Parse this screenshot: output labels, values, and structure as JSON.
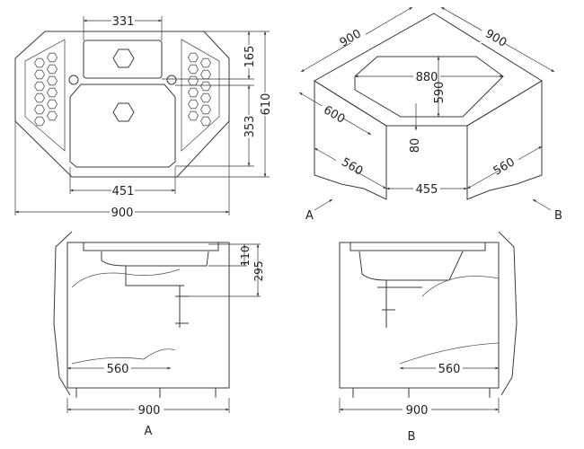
{
  "plan_view": {
    "bowl_small_width": "331",
    "bowl_large_width": "451",
    "total_width": "900",
    "small_depth": "165",
    "large_depth": "353",
    "total_depth": "610"
  },
  "iso_view": {
    "side_left": "900",
    "side_right": "900",
    "cutout_width": "880",
    "cutout_depth": "590",
    "counter_depth": "600",
    "front_offset": "80",
    "cab_left": "560",
    "cab_right": "560",
    "cab_front": "455",
    "view_a": "A",
    "view_b": "B"
  },
  "elevation_a": {
    "height_top": "110",
    "height_drain": "295",
    "inner_width": "560",
    "total_width": "900",
    "label": "A"
  },
  "elevation_b": {
    "inner_width": "560",
    "total_width": "900",
    "label": "B"
  }
}
